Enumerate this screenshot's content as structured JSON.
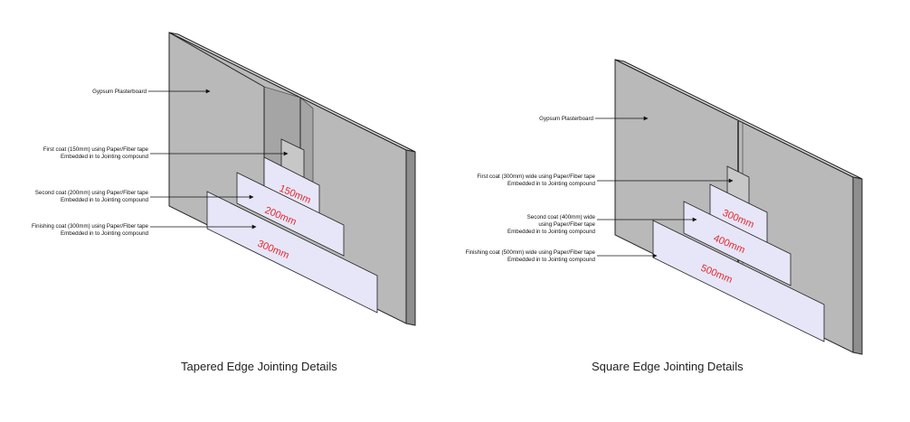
{
  "tapered": {
    "caption": "Tapered Edge Jointing Details",
    "board_label": "Gypsum Plasterboard",
    "first_coat": [
      "First coat (150mm) using Paper/Fiber tape",
      "Embedded in to Jointing compound"
    ],
    "second_coat": [
      "Second coat (200mm) using Paper/Fiber tape",
      "Embedded in to Jointing compound"
    ],
    "finishing_coat": [
      "Finishing coat (300mm) using Paper/Fiber tape",
      "Embedded in to Jointing compound"
    ],
    "dims": [
      "150mm",
      "200mm",
      "300mm"
    ]
  },
  "square": {
    "caption": "Square Edge Jointing Details",
    "board_label": "Gypsum Plasterboard",
    "first_coat": [
      "First coat (300mm) wide using Paper/Fiber tape",
      "Embedded in to Jointing compound"
    ],
    "second_coat": [
      "Second coat (400mm) wide",
      "using Paper/Fiber tape",
      "Embedded in to Jointing compound"
    ],
    "finishing_coat": [
      "Finishing coat (500mm) wide using Paper/Fiber tape",
      "Embedded in to Jointing compound"
    ],
    "dims": [
      "300mm",
      "400mm",
      "500mm"
    ]
  },
  "colors": {
    "board_front": "#b9b9b9",
    "board_side": "#8e8e8e",
    "board_top": "#d6d6d6",
    "coat_fill": "#e6e6f8",
    "dim_text": "#e8262b"
  }
}
